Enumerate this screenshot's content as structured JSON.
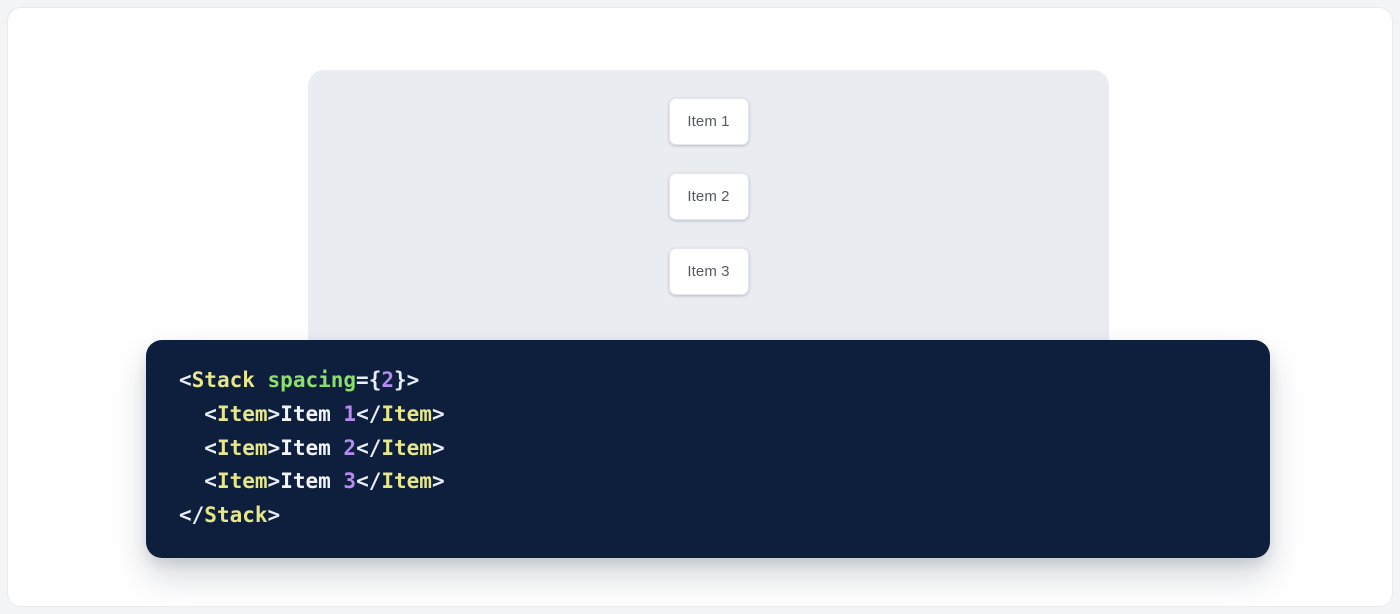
{
  "preview": {
    "panel_background": "#e9ecf1",
    "stack": {
      "component": "Stack",
      "spacing": "2",
      "items": [
        {
          "label": "Item 1"
        },
        {
          "label": "Item 2"
        },
        {
          "label": "Item 3"
        }
      ]
    }
  },
  "code": {
    "background": "#0d1f3c",
    "language": "jsx",
    "colors": {
      "tag": "#e6e68a",
      "attribute": "#8ce06a",
      "number": "#b58cf0",
      "punctuation": "#e9edf5",
      "text": "#f2f4f8"
    },
    "raw": "<Stack spacing={2}>\n  <Item>Item 1</Item>\n  <Item>Item 2</Item>\n  <Item>Item 3</Item>\n</Stack>",
    "lines": [
      {
        "indent": "",
        "tokens": [
          {
            "t": "punct",
            "v": "<"
          },
          {
            "t": "tag",
            "v": "Stack"
          },
          {
            "t": "text",
            "v": " "
          },
          {
            "t": "attr",
            "v": "spacing"
          },
          {
            "t": "punct",
            "v": "={"
          },
          {
            "t": "num",
            "v": "2"
          },
          {
            "t": "punct",
            "v": "}>"
          }
        ]
      },
      {
        "indent": "  ",
        "tokens": [
          {
            "t": "punct",
            "v": "<"
          },
          {
            "t": "tag",
            "v": "Item"
          },
          {
            "t": "punct",
            "v": ">"
          },
          {
            "t": "text",
            "v": "Item "
          },
          {
            "t": "num",
            "v": "1"
          },
          {
            "t": "punct",
            "v": "</"
          },
          {
            "t": "tag",
            "v": "Item"
          },
          {
            "t": "punct",
            "v": ">"
          }
        ]
      },
      {
        "indent": "  ",
        "tokens": [
          {
            "t": "punct",
            "v": "<"
          },
          {
            "t": "tag",
            "v": "Item"
          },
          {
            "t": "punct",
            "v": ">"
          },
          {
            "t": "text",
            "v": "Item "
          },
          {
            "t": "num",
            "v": "2"
          },
          {
            "t": "punct",
            "v": "</"
          },
          {
            "t": "tag",
            "v": "Item"
          },
          {
            "t": "punct",
            "v": ">"
          }
        ]
      },
      {
        "indent": "  ",
        "tokens": [
          {
            "t": "punct",
            "v": "<"
          },
          {
            "t": "tag",
            "v": "Item"
          },
          {
            "t": "punct",
            "v": ">"
          },
          {
            "t": "text",
            "v": "Item "
          },
          {
            "t": "num",
            "v": "3"
          },
          {
            "t": "punct",
            "v": "</"
          },
          {
            "t": "tag",
            "v": "Item"
          },
          {
            "t": "punct",
            "v": ">"
          }
        ]
      },
      {
        "indent": "",
        "tokens": [
          {
            "t": "punct",
            "v": "</"
          },
          {
            "t": "tag",
            "v": "Stack"
          },
          {
            "t": "punct",
            "v": ">"
          }
        ]
      }
    ]
  }
}
